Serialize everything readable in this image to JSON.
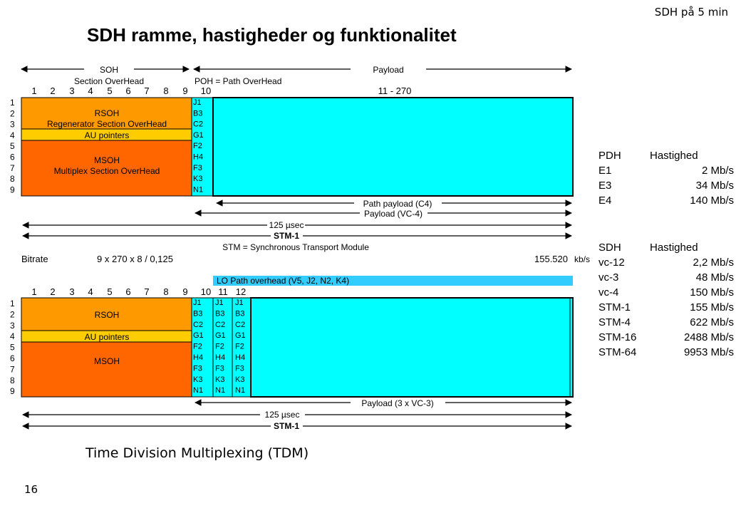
{
  "header": {
    "corner": "SDH på 5 min",
    "title": "SDH ramme, hastigheder og funktionalitet"
  },
  "top_labels": {
    "soh": "SOH",
    "soh_full": "Section OverHead",
    "poh": "POH  = Path OverHead",
    "payload": "Payload",
    "cols_range": "11 - 270",
    "columns": [
      "1",
      "2",
      "3",
      "4",
      "5",
      "6",
      "7",
      "8",
      "9",
      "10"
    ]
  },
  "rows": [
    "1",
    "2",
    "3",
    "4",
    "5",
    "6",
    "7",
    "8",
    "9"
  ],
  "frame1": {
    "rsoh": "RSOH",
    "rsoh_full": "Regenerator Section OverHead",
    "au": "AU pointers",
    "msoh": "MSOH",
    "msoh_full": "Multiplex Section OverHead",
    "poh_bytes": [
      "J1",
      "B3",
      "C2",
      "G1",
      "F2",
      "H4",
      "F3",
      "K3",
      "N1"
    ]
  },
  "spans": {
    "path_payload": "Path payload (C4)",
    "payload_vc4": "Payload (VC-4)",
    "t125": "125 µsec",
    "stm1": "STM-1",
    "stm_def": "STM = Synchronous Transport Module"
  },
  "bitrate": {
    "label": "Bitrate",
    "formula": "9 x  270 x 8  / 0,125",
    "value": "155.520",
    "unit": "kb/s"
  },
  "lo_path": "LO Path overhead  (V5, J2, N2, K4)",
  "frame2": {
    "columns": [
      "1",
      "2",
      "3",
      "4",
      "5",
      "6",
      "7",
      "8",
      "9",
      "10",
      "11",
      "12"
    ],
    "rsoh": "RSOH",
    "au": "AU pointers",
    "msoh": "MSOH",
    "poh_bytes": [
      "J1",
      "B3",
      "C2",
      "G1",
      "F2",
      "H4",
      "F3",
      "K3",
      "N1"
    ],
    "payload_vc3": "Payload (3 x VC-3)",
    "t125": "125 µsec",
    "stm1": "STM-1"
  },
  "pdh_table": {
    "header": [
      "PDH",
      "Hastighed"
    ],
    "rows": [
      [
        "E1",
        "2 Mb/s"
      ],
      [
        "E3",
        "34 Mb/s"
      ],
      [
        "E4",
        "140 Mb/s"
      ]
    ]
  },
  "sdh_table": {
    "header": [
      "SDH",
      "Hastighed"
    ],
    "rows": [
      [
        "vc-12",
        "2,2 Mb/s"
      ],
      [
        "vc-3",
        "48 Mb/s"
      ],
      [
        "vc-4",
        "150 Mb/s"
      ],
      [
        "STM-1",
        "155 Mb/s"
      ],
      [
        "STM-4",
        "622 Mb/s"
      ],
      [
        "STM-16",
        "2488 Mb/s"
      ],
      [
        "STM-64",
        "9953 Mb/s"
      ]
    ]
  },
  "footer": {
    "tdm": "Time Division Multiplexing (TDM)",
    "page": "16"
  },
  "colors": {
    "rsoh": "#FF9900",
    "au": "#FFCC00",
    "msoh": "#FF6600",
    "payload": "#00FFFF",
    "lo_bar": "#33CCFF"
  }
}
